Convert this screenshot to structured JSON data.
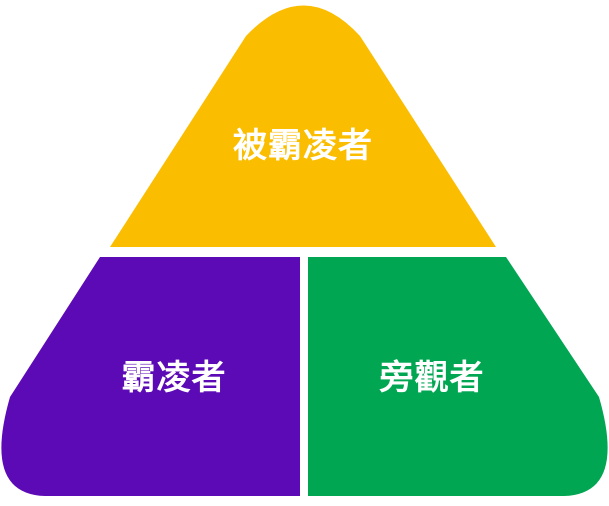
{
  "diagram": {
    "segments": {
      "top": {
        "label": "被霸凌者",
        "color": "#FBBD00"
      },
      "bottom_left": {
        "label": "霸凌者",
        "color": "#5B0AB5"
      },
      "bottom_right": {
        "label": "旁觀者",
        "color": "#00A651"
      }
    }
  }
}
